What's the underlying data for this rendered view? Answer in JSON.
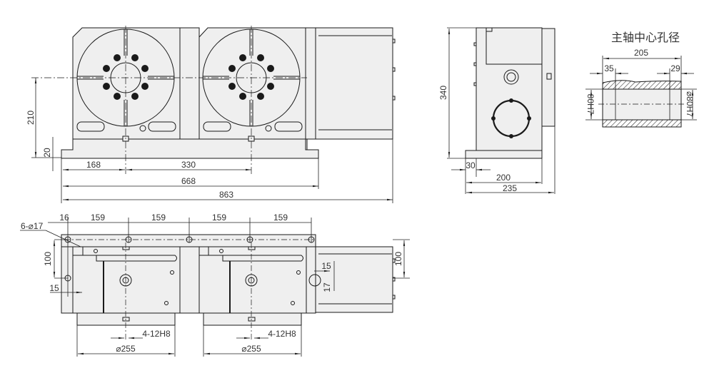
{
  "title": "主轴中心孔径",
  "front_view": {
    "dims": {
      "height_center": "210",
      "base_height": "20",
      "offset_left": "168",
      "pitch": "330",
      "length_tables": "668",
      "length_total": "863"
    }
  },
  "side_view": {
    "dims": {
      "height_total": "340",
      "base_step": "30",
      "depth": "200",
      "depth_total": "235"
    }
  },
  "spindle_bore": {
    "title": "主轴中心孔径",
    "dims": {
      "length": "205",
      "left_step": "35",
      "right_step": "29",
      "left_dia": "80H7",
      "right_dia": "⌀80H7"
    }
  },
  "top_view": {
    "dims": {
      "holes": "6-⌀17",
      "edge": "16",
      "spacing": [
        "159",
        "159",
        "159",
        "159"
      ],
      "row_height": "100",
      "edge_offset": "15",
      "motor_height": "100",
      "slot_w": "15",
      "slot_h": "17",
      "keyway_left": "4-12H8",
      "keyway_right": "4-12H8",
      "table_dia_left": "⌀255",
      "table_dia_right": "⌀255"
    }
  },
  "colors": {
    "line": "#1a1a1a",
    "fill": "#efefef",
    "text": "#333333"
  }
}
